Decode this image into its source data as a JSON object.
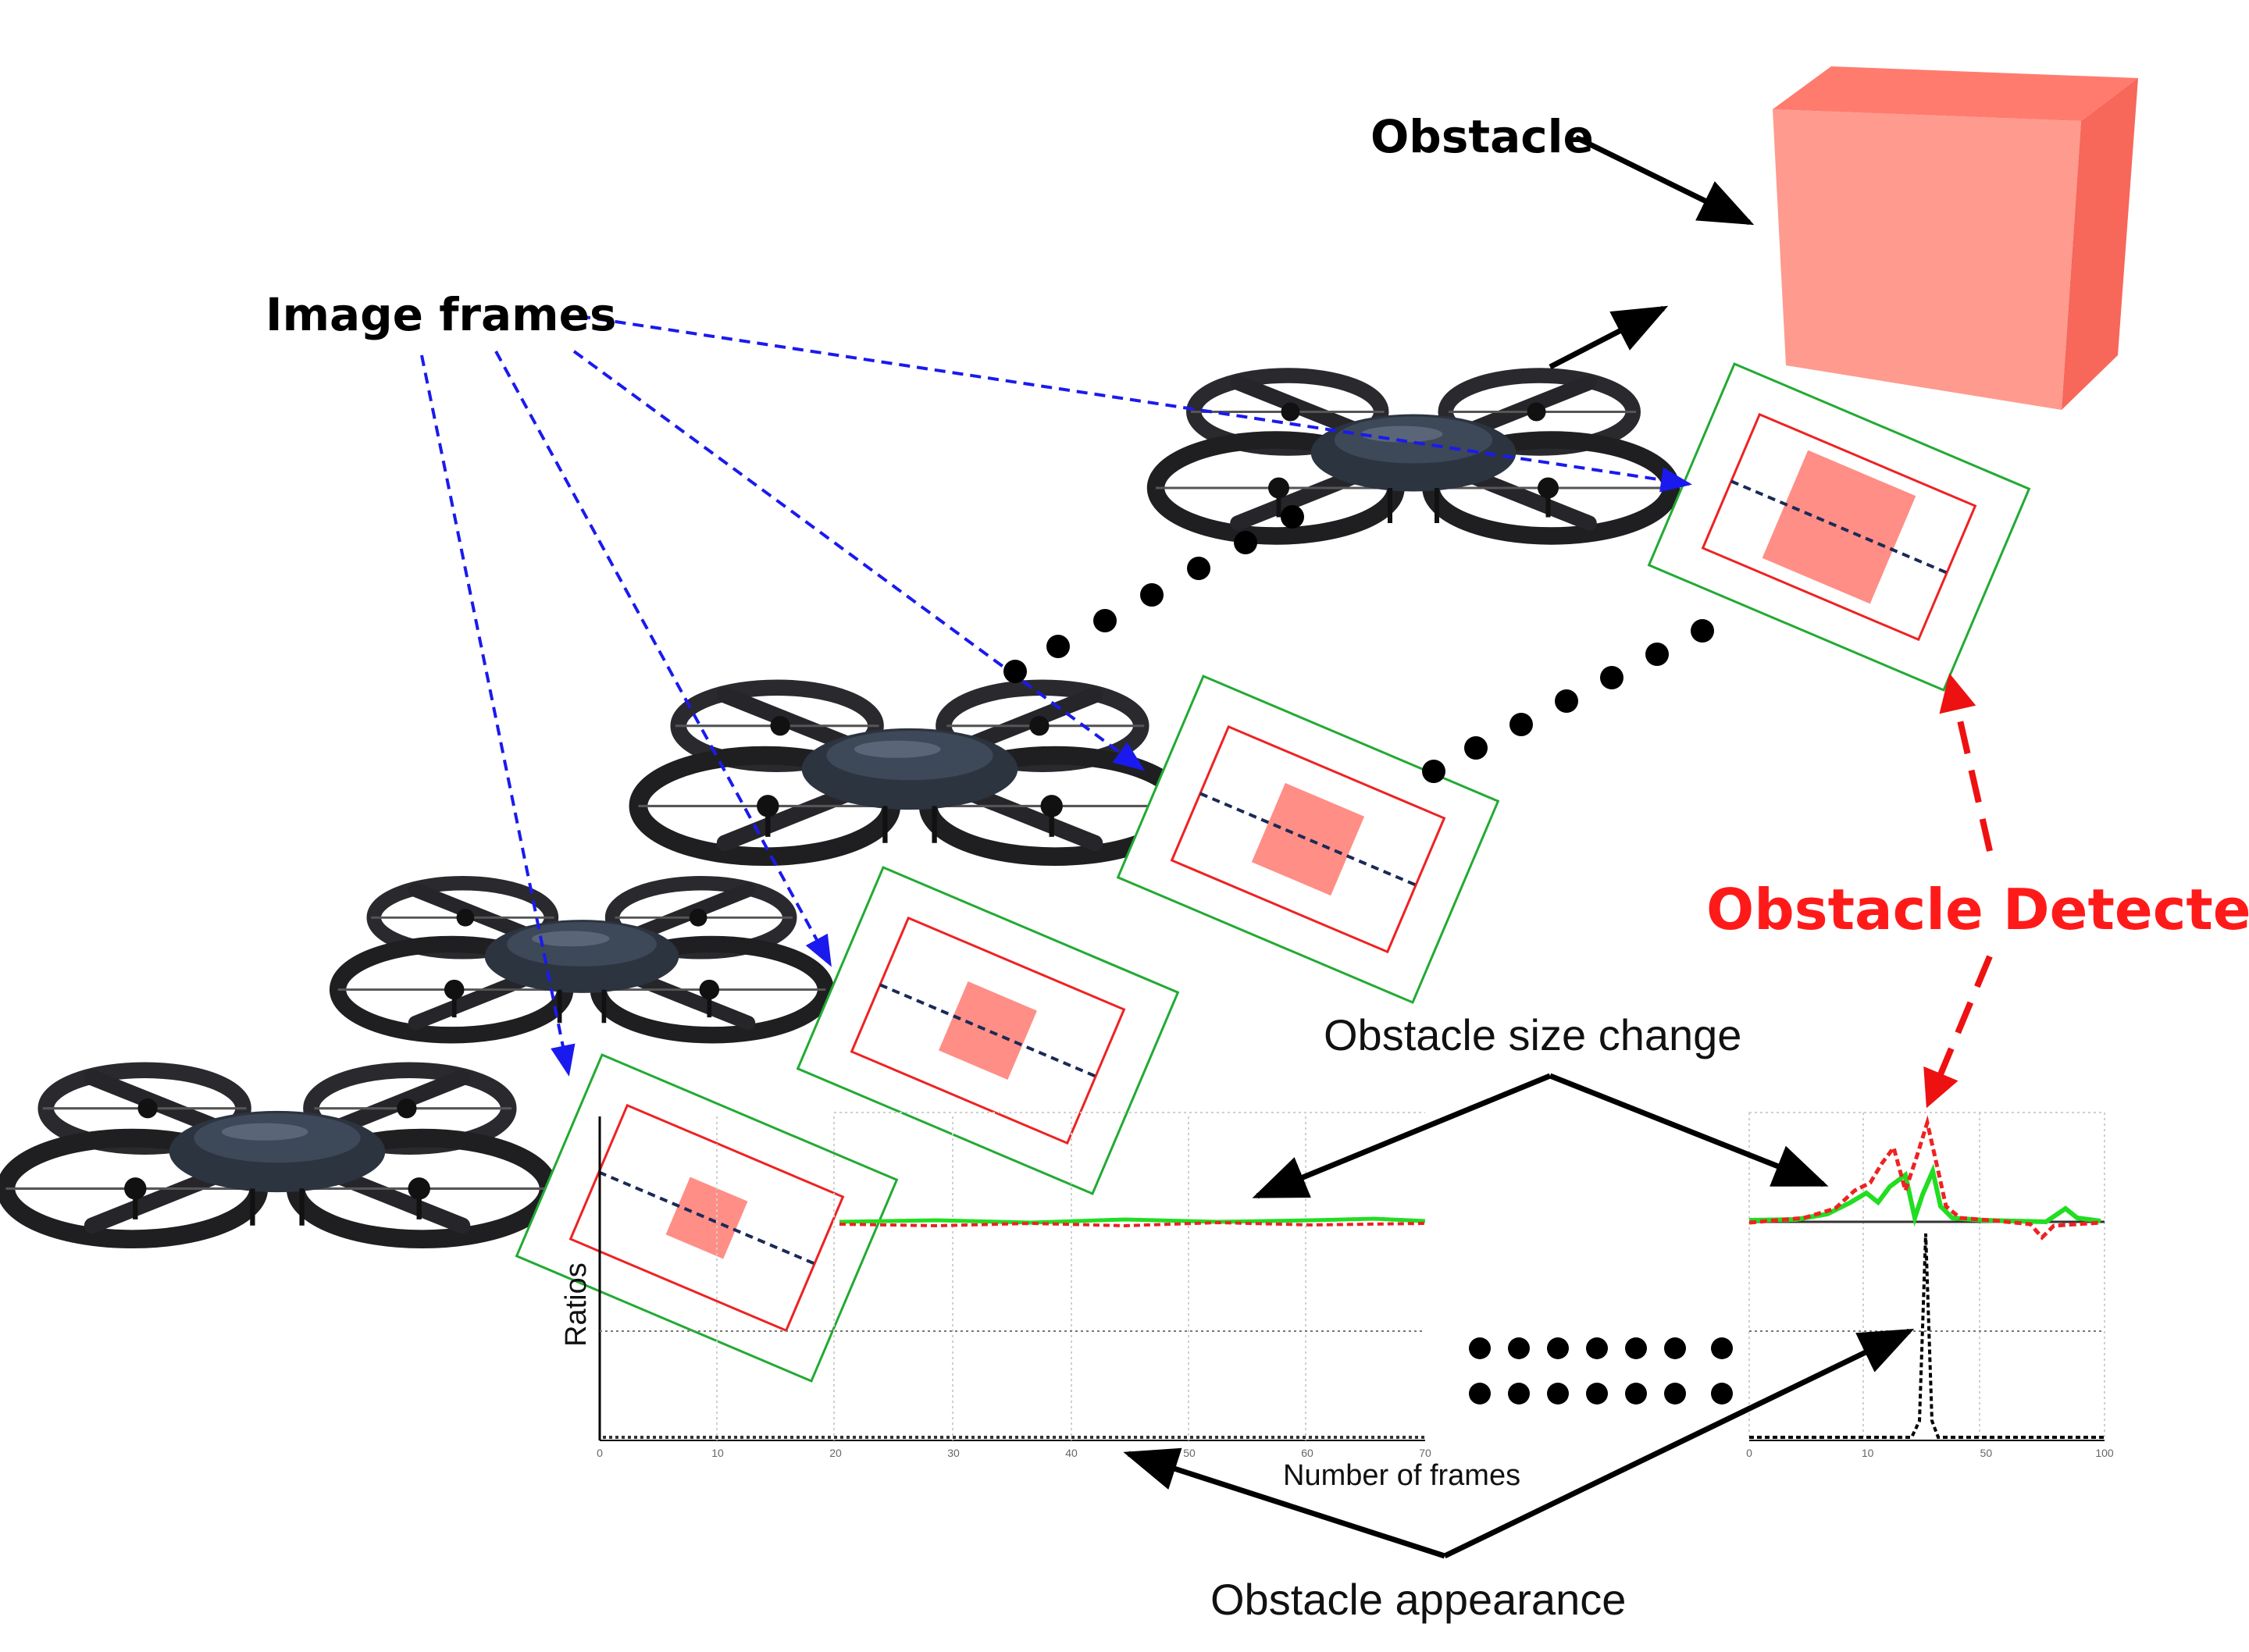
{
  "labels": {
    "obstacle": "Obstacle",
    "image_frames": "Image frames",
    "obstacle_detected": "Obstacle Detected",
    "obstacle_size_change": "Obstacle size change",
    "obstacle_appearance": "Obstacle appearance",
    "number_of_frames": "Number of frames",
    "ratios": "Ratios"
  },
  "chart_left": {
    "x_ticks": [
      "0",
      "10",
      "20",
      "30",
      "40",
      "50",
      "60",
      "70"
    ]
  },
  "chart_right": {
    "x_ticks": [
      "0",
      "",
      "10",
      "",
      "50",
      "",
      "100"
    ]
  },
  "colors": {
    "obstacle_red": "#ff1a1a",
    "cube_front": "#ff9a8e",
    "cube_top": "#ff7b6e",
    "cube_side": "#f7675a",
    "frame_green": "#22aa33",
    "frame_red": "#ee2222",
    "guide_blue": "#1a1aee",
    "series_green": "#22dd22",
    "series_red": "#ee2222"
  },
  "icons": [
    "quadcopter-drone-icon",
    "obstacle-cube-icon"
  ]
}
